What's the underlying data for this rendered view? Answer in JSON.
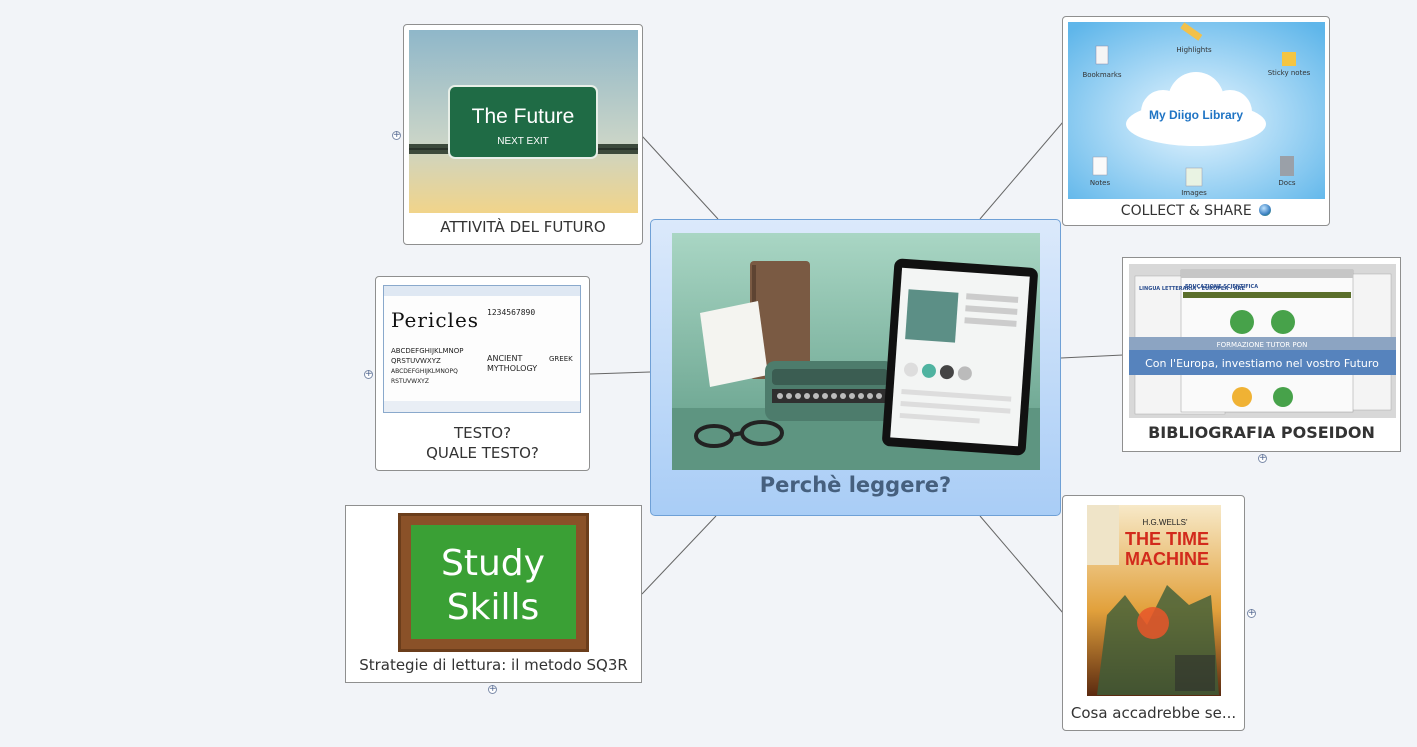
{
  "map": {
    "central": {
      "title": "Perchè leggere?",
      "image": "reading-devices-photo"
    },
    "topics": {
      "future": {
        "caption": "ATTIVITÀ DEL FUTURO",
        "sign_title": "The Future",
        "sign_sub": "NEXT EXIT"
      },
      "testo": {
        "caption_line1": "TESTO?",
        "caption_line2": "QUALE TESTO?",
        "sample_title": "Pericles",
        "sample_digits": "1234567890",
        "sample_upper": "ABCDEFGHIJKLMNOP",
        "sample_upper2": "QRSTUVWXYZ",
        "sample_small": "ABCDEFGHIJKLMNOPQ",
        "sample_small2": "RSTUVWXYZ",
        "sample_ancient": "ANCIENT",
        "sample_myth": "MYTHOLOGY",
        "sample_greek": "GREEK"
      },
      "study": {
        "caption": "Strategie di lettura: il metodo SQ3R",
        "board_line1": "Study",
        "board_line2": "Skills"
      },
      "diigo": {
        "caption": "COLLECT & SHARE",
        "cloud_title": "My Diigo Library",
        "labels": {
          "highlights": "Highlights",
          "bookmarks": "Bookmarks",
          "sticky": "Sticky notes",
          "notes": "Notes",
          "images": "Images",
          "docs": "Docs"
        }
      },
      "poseidon": {
        "caption": "BIBLIOGRAFIA POSEIDON",
        "banner_top": "FORMAZIONE TUTOR PON",
        "banner_main": "Con l'Europa, investiamo nel vostro Futuro",
        "page_heading": "EDUCAZIONE SCIENTIFICA",
        "page_heading2": "LINGUA LETTERARIA - EUROPEA - ARE"
      },
      "time": {
        "caption": "Cosa accadrebbe se...",
        "poster_author": "H.G.WELLS'",
        "poster_title1": "THE TIME",
        "poster_title2": "MACHINE"
      }
    },
    "expand_symbol": "+",
    "colors": {
      "central_border": "#6fa0d6",
      "central_title": "#46607e",
      "link": "#666666",
      "chalkboard": "#3aa035",
      "frame": "#6b3d1b"
    }
  }
}
